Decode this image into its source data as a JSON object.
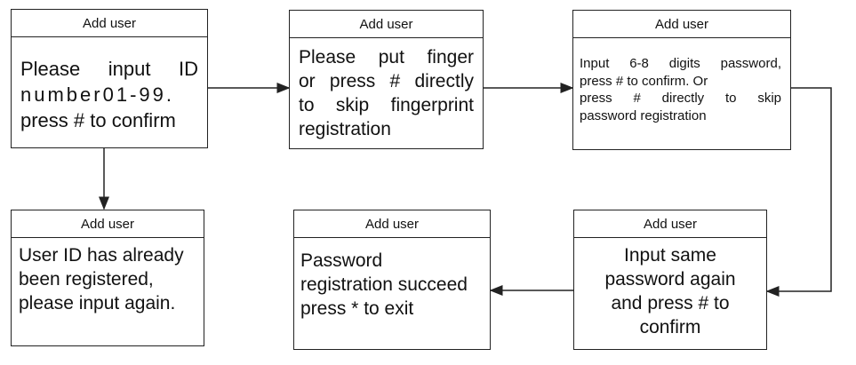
{
  "boxes": {
    "b1": {
      "header": "Add user",
      "lines": [
        "Please input ID",
        "number01-99.",
        "press # to confirm"
      ]
    },
    "b2": {
      "header": "Add user",
      "lines": [
        "Please put finger",
        "or press # directly",
        "to skip fingerprint",
        "registration"
      ]
    },
    "b3": {
      "header": "Add user",
      "lines": [
        "Input 6-8 digits password,",
        "press # to confirm. Or",
        "press # directly to skip",
        "password registration"
      ]
    },
    "b4": {
      "header": "Add user",
      "lines": [
        "User ID has already",
        "been registered,",
        "please input again."
      ]
    },
    "b5": {
      "header": "Add user",
      "lines": [
        "Password",
        "registration succeed",
        "press * to exit"
      ]
    },
    "b6": {
      "header": "Add user",
      "lines": [
        "Input same",
        "password again",
        "and press # to",
        "confirm"
      ]
    }
  }
}
